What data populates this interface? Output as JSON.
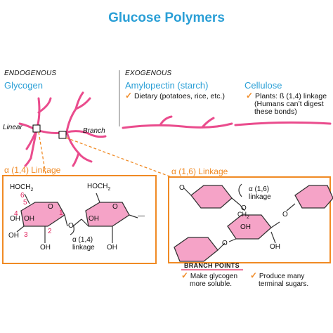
{
  "title": "Glucose Polymers",
  "endogenous": {
    "category": "ENDOGENOUS",
    "name": "Glycogen",
    "labels": {
      "linear": "Linear",
      "branch": "Branch"
    }
  },
  "exogenous": {
    "category": "EXOGENOUS",
    "amylopectin": {
      "name": "Amylopectin (starch)",
      "note": "Dietary (potatoes, rice, etc.)"
    },
    "cellulose": {
      "name": "Cellulose",
      "note_line1": "Plants: ß (1,4) linkage",
      "note_line2": "(Humans can’t digest",
      "note_line3": "these bonds)"
    }
  },
  "alpha14": {
    "heading": "α (1,4) Linkage",
    "hoch2_left": "HOCH",
    "hoch2_right": "HOCH",
    "sub2": "2",
    "carbons": [
      "1",
      "2",
      "3",
      "4",
      "5",
      "6"
    ],
    "oh": "OH",
    "o": "O",
    "linkage_line1": "α (1,4)",
    "linkage_line2": "linkage",
    "dash": "—"
  },
  "alpha16": {
    "heading": "α (1,6) Linkage",
    "linkage_line1": "α (1,6)",
    "linkage_line2": "linkage",
    "ch2": "CH",
    "sub2": "2",
    "o": "O",
    "oh": "OH"
  },
  "branch_points": {
    "heading": "BRANCH POINTS",
    "note1_line1": "Make glycogen",
    "note1_line2": "more soluble.",
    "note2_line1": "Produce many",
    "note2_line2": "terminal sugars."
  },
  "colors": {
    "title_blue": "#2a9fd6",
    "accent_orange": "#f08a24",
    "ring_pink": "#f5a3c7",
    "ring_stroke": "#333333",
    "glycogen_pink": "#ea4c8d",
    "carbon_number_red": "#e0245e"
  }
}
